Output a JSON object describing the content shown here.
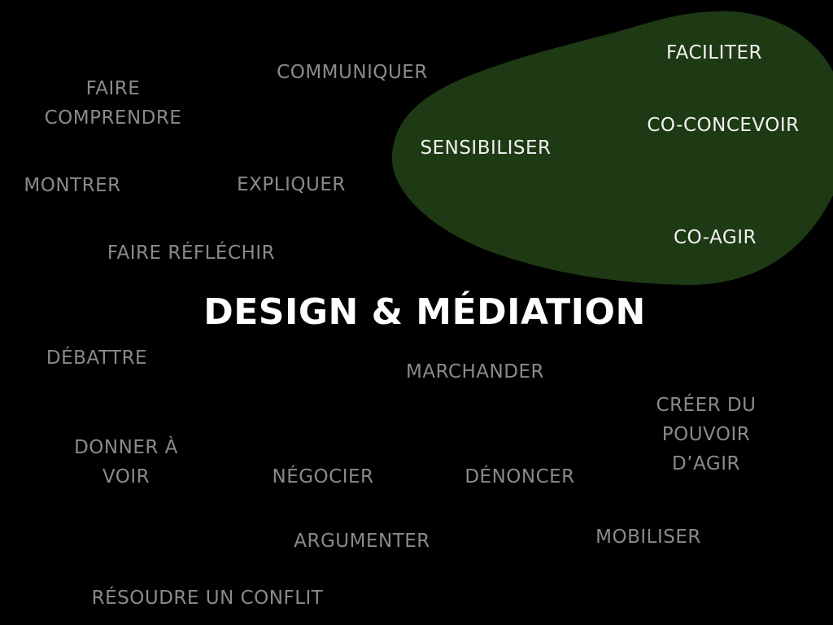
{
  "title": "DESIGN & MÉDIATION",
  "colors": {
    "background": "#000000",
    "highlight_zone": "#1e3a14",
    "highlight_text": "#f2f2f2",
    "muted_text": "#8a8a8a",
    "title_text": "#ffffff"
  },
  "highlighted_terms": {
    "faciliter": "FACILITER",
    "co_concevoir": "CO-CONCEVOIR",
    "sensibiliser": "SENSIBILISER",
    "co_agir": "CO-AGIR"
  },
  "terms": {
    "faire_comprendre": [
      "FAIRE",
      "COMPRENDRE"
    ],
    "communiquer": "COMMUNIQUER",
    "montrer": "MONTRER",
    "expliquer": "EXPLIQUER",
    "faire_reflechir": "FAIRE RÉFLÉCHIR",
    "debattre": "DÉBATTRE",
    "marchander": "MARCHANDER",
    "creer_pouvoir_agir": [
      "CRÉER DU",
      "POUVOIR",
      "D’AGIR"
    ],
    "donner_a_voir": [
      "DONNER À",
      "VOIR"
    ],
    "negocier": "NÉGOCIER",
    "denoncer": "DÉNONCER",
    "argumenter": "ARGUMENTER",
    "mobiliser": "MOBILISER",
    "resoudre_conflit": "RÉSOUDRE UN CONFLIT"
  }
}
